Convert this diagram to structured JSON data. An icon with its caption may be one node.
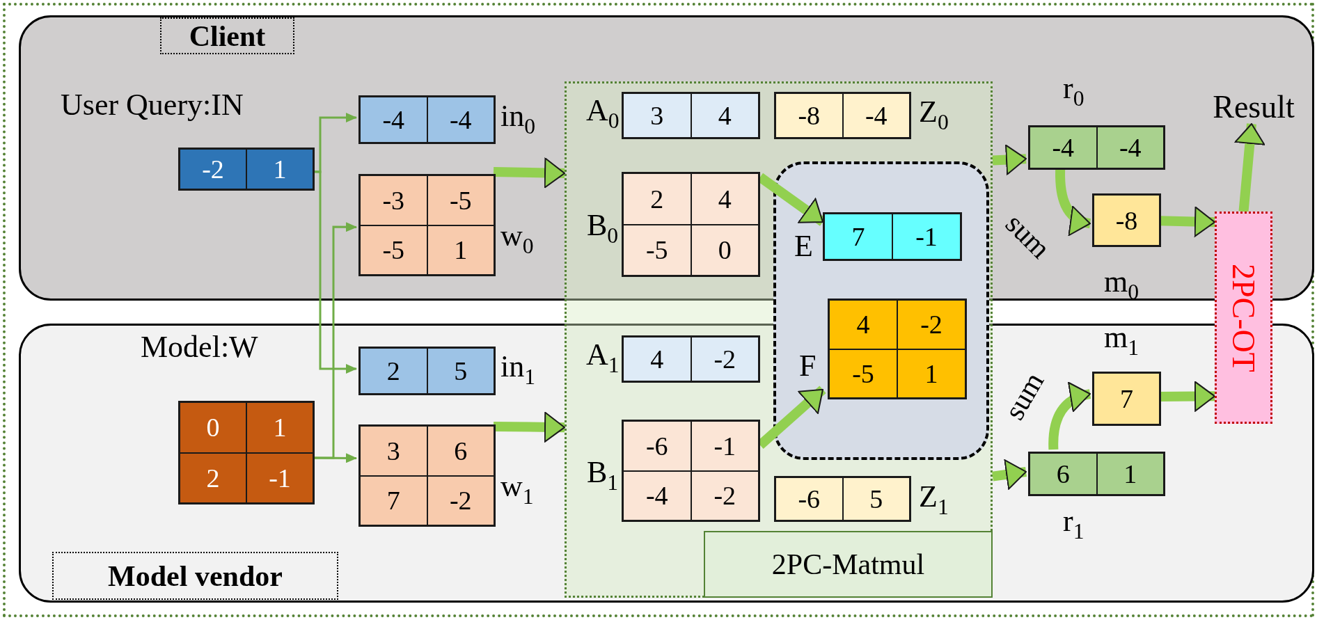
{
  "diagram": {
    "nodes": [
      {
        "text": [
          "Client"
        ]
      },
      {
        "text": [
          "-2",
          "1"
        ],
        "beside": [
          "User Query:IN"
        ],
        "in": 0
      },
      {
        "text": [
          "-4",
          "-4"
        ],
        "beside": [
          "in$_{0}$"
        ],
        "in": 0
      },
      {
        "text": [
          "-3",
          "-5",
          "-5",
          "1"
        ],
        "beside": [
          "w$_{0}$"
        ],
        "in": 0
      },
      {
        "text": [
          "2PC-Matmul"
        ]
      },
      {
        "text": [
          "3",
          "4"
        ],
        "beside": [
          "A$_{0}$"
        ]
      },
      {
        "text": [
          "-8",
          "-4"
        ],
        "beside": [
          "Z$_{0}$"
        ]
      },
      {
        "text": [
          "2",
          "4",
          "-5",
          "0"
        ],
        "beside": [
          "B$_{0}$"
        ]
      },
      {
        "text": [],
        "shape": "box",
        "in": 4
      },
      {
        "text": [
          "7",
          "-1"
        ],
        "beside": [
          "E"
        ]
      },
      {
        "text": [
          "4",
          "-2",
          "-5",
          "1"
        ],
        "beside": [
          "F"
        ],
        "in": 8
      },
      {
        "text": [
          "-4",
          "-4"
        ],
        "beside": [
          "r$_{0}$"
        ],
        "in": 0
      },
      {
        "text": [
          "-8"
        ],
        "beside": [
          "m$_{0}$"
        ],
        "in": 0
      },
      {
        "text": [
          "Result"
        ],
        "in": 0
      },
      {
        "text": [
          "2PC-OT"
        ]
      },
      {
        "text": [
          "Model vendor"
        ]
      },
      {
        "text": [
          "0",
          "1",
          "2",
          "-1"
        ],
        "beside": [
          "Model:W"
        ],
        "in": 15
      },
      {
        "text": [
          "2",
          "5"
        ],
        "beside": [
          "in$_{1}$"
        ],
        "in": 15
      },
      {
        "text": [
          "3",
          "6",
          "7",
          "-2"
        ],
        "beside": [
          "w$_{1}$"
        ],
        "in": 15
      },
      {
        "text": [
          "4",
          "-2"
        ],
        "beside": [
          "A$_{1}$"
        ]
      },
      {
        "text": [
          "-6",
          "-1",
          "-4",
          "-2"
        ],
        "beside": [
          "B$_{1}$"
        ]
      },
      {
        "text": [
          "-6",
          "5"
        ],
        "beside": [
          "Z$_{1}$"
        ]
      },
      {
        "text": [
          "7"
        ],
        "beside": [
          "m$_{1}$"
        ],
        "in": 15
      },
      {
        "text": [
          "6",
          "1"
        ],
        "beside": [
          "r$_{1}$"
        ],
        "in": 15
      }
    ],
    "edges": [
      {
        "from": 1,
        "to": 2,
        "arrow": "to",
        "color": "#70ad47"
      },
      {
        "from": 1,
        "to": 17,
        "arrow": "to",
        "color": "#70ad47"
      },
      {
        "from": 16,
        "to": 3,
        "arrow": "to",
        "color": "#70ad47"
      },
      {
        "from": 16,
        "to": 18,
        "arrow": "to",
        "color": "#70ad47"
      },
      {
        "from": 3,
        "to": 4,
        "arrow": "to"
      },
      {
        "from": 18,
        "to": 4,
        "arrow": "to"
      },
      {
        "from": 7,
        "to": 9,
        "arrow": "to"
      },
      {
        "from": 20,
        "to": 10,
        "arrow": "to"
      },
      {
        "from": 4,
        "to": 11,
        "arrow": "to"
      },
      {
        "from": 4,
        "to": 23,
        "arrow": "to"
      },
      {
        "from": 11,
        "to": 12,
        "arrow": "to",
        "label": "sum"
      },
      {
        "from": 23,
        "to": 22,
        "arrow": "to",
        "label": "sum"
      },
      {
        "from": 12,
        "to": 14,
        "arrow": "to"
      },
      {
        "from": 22,
        "to": 14,
        "arrow": "to"
      },
      {
        "from": 14,
        "to": 13,
        "arrow": "to"
      }
    ]
  }
}
